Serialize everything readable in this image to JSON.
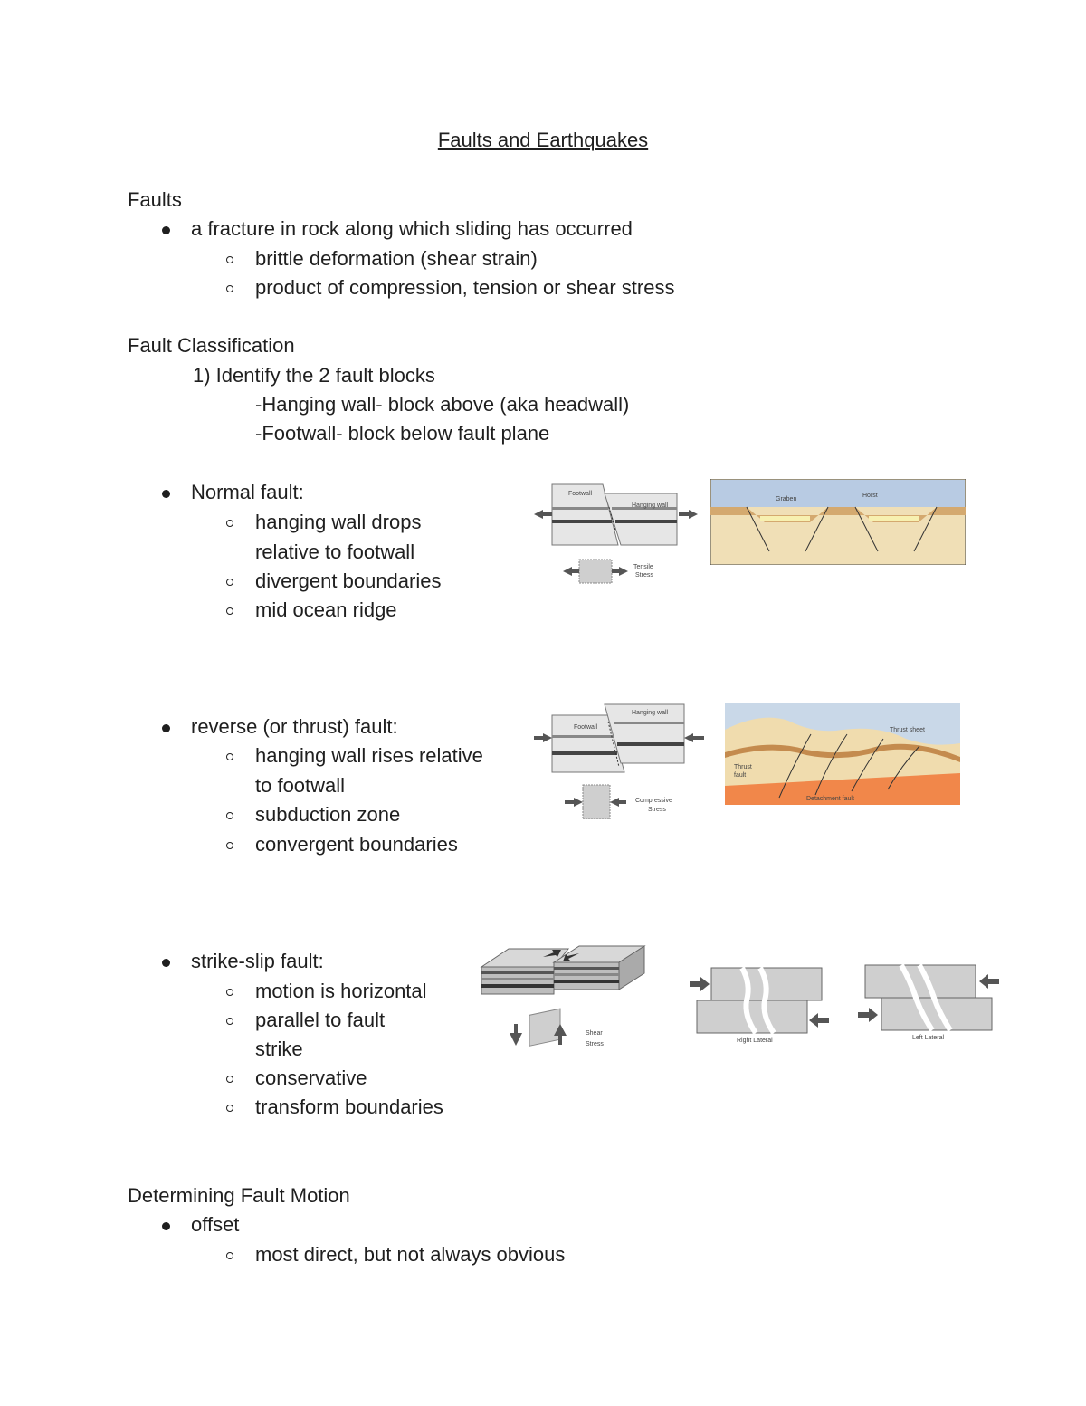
{
  "title": "Faults and Earthquakes",
  "faults": {
    "heading": "Faults",
    "definition": "a fracture in rock along which sliding has occurred",
    "sub1": "brittle deformation (shear strain)",
    "sub2": "product of compression, tension or shear stress"
  },
  "classification": {
    "heading": "Fault Classification",
    "step1": "1) Identify the 2 fault blocks",
    "hanging": "-Hanging wall- block above (aka headwall)",
    "footwall": "-Footwall- block below fault plane"
  },
  "normal": {
    "label": "Normal fault:",
    "sub1a": "hanging wall drops",
    "sub1b": "relative to footwall",
    "sub2": "divergent boundaries",
    "sub3": "mid ocean ridge",
    "fig": {
      "footwall": "Footwall",
      "hanging": "Hanging wall",
      "stress1": "Tensile",
      "stress2": "Stress",
      "graben": "Graben",
      "horst": "Horst"
    }
  },
  "reverse": {
    "label": "reverse (or thrust) fault:",
    "sub1a": "hanging wall rises relative",
    "sub1b": "to footwall",
    "sub2": "subduction zone",
    "sub3": "convergent boundaries",
    "fig": {
      "footwall": "Footwall",
      "hanging": "Hanging wall",
      "stress1": "Compressive",
      "stress2": "Stress",
      "thrust_sheet": "Thrust sheet",
      "thrust1": "Thrust",
      "thrust2": "fault",
      "detachment": "Detachment fault"
    }
  },
  "strikeslip": {
    "label": "strike-slip fault:",
    "sub1": "motion is horizontal",
    "sub2a": "parallel to fault",
    "sub2b": "strike",
    "sub3": "conservative",
    "sub4": "transform boundaries",
    "fig": {
      "stress1": "Shear",
      "stress2": "Stress",
      "right": "Right Lateral",
      "left": "Left Lateral"
    }
  },
  "motion": {
    "heading": "Determining Fault Motion",
    "item": "offset",
    "sub": "most direct, but not always obvious"
  }
}
